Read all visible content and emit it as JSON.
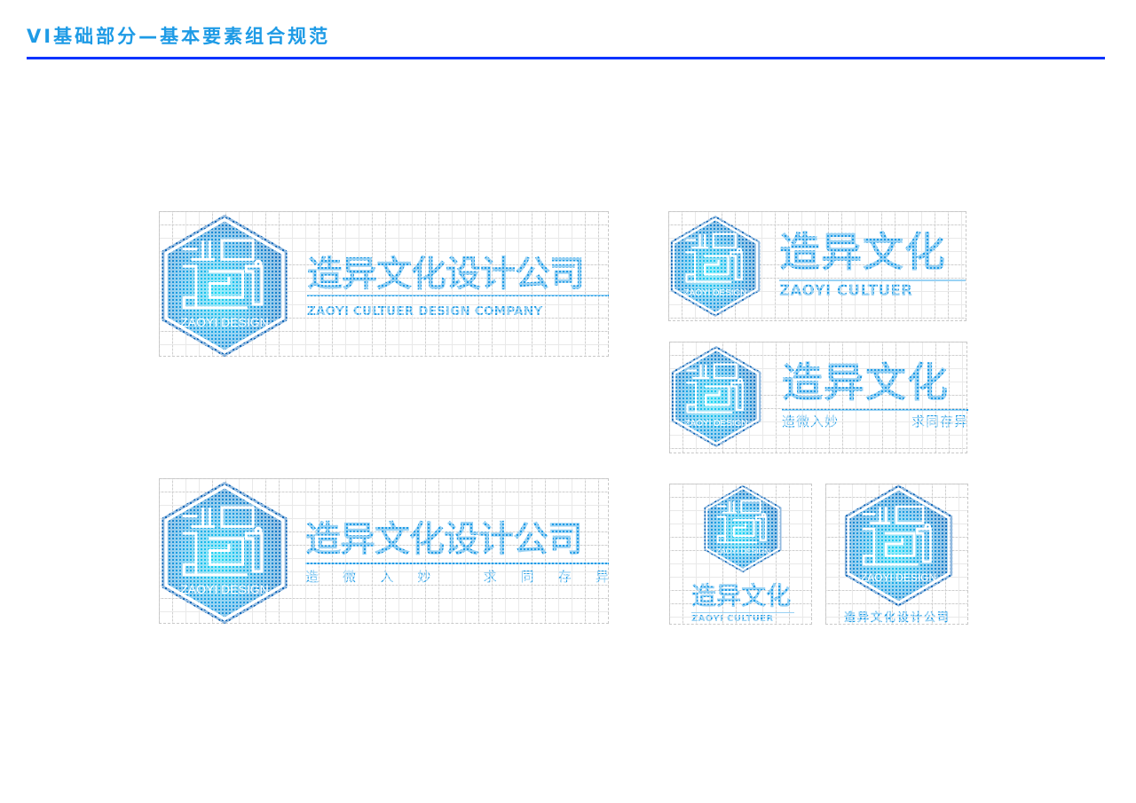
{
  "header": {
    "title": "VI基础部分—基本要素组合规范"
  },
  "brand": {
    "primary_color": "#1e9be6",
    "hex_gradient_center": "#15d8f5",
    "hex_gradient_edge": "#1167b8",
    "rule_color": "#0033ff",
    "logo_mark_text": "ZAOYI DESIGN",
    "cn_name_full": "造异文化设计公司",
    "cn_name_short": "造异文化",
    "en_name_full": "ZAOYI CULTUER DESIGN COMPANY",
    "en_name_short": "ZAOYI CULTUER",
    "slogan_left": [
      "造",
      "微",
      "入",
      "妙"
    ],
    "slogan_right": [
      "求",
      "同",
      "存",
      "异"
    ],
    "slogan_compact": "造微入妙　求同存异"
  },
  "combinations": [
    {
      "id": "horizontal-full-english",
      "layout": "horizontal"
    },
    {
      "id": "horizontal-short-english",
      "layout": "horizontal"
    },
    {
      "id": "horizontal-short-slogan",
      "layout": "horizontal"
    },
    {
      "id": "horizontal-full-slogan",
      "layout": "horizontal"
    },
    {
      "id": "vertical-short-english",
      "layout": "vertical"
    },
    {
      "id": "vertical-full-chinese",
      "layout": "vertical"
    }
  ]
}
